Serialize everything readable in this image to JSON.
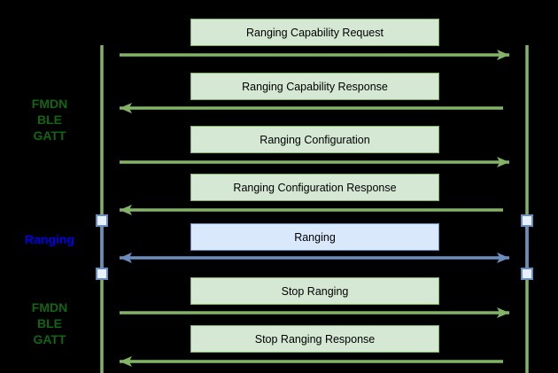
{
  "colors": {
    "background": "#000000",
    "green_fill": "#d5e8d4",
    "green_stroke": "#82b366",
    "blue_fill": "#dae8fc",
    "blue_stroke": "#6c8ebf",
    "activation_marker_fill": "#e8f0fc",
    "label_green": "#116611",
    "label_blue": "#0000ee",
    "box_text": "#000000"
  },
  "phases": [
    {
      "lines": [
        "FMDN",
        "BLE",
        "GATT"
      ],
      "theme": "green"
    },
    {
      "lines": [
        "Ranging"
      ],
      "theme": "blue"
    },
    {
      "lines": [
        "FMDN",
        "BLE",
        "GATT"
      ],
      "theme": "green"
    }
  ],
  "messages": [
    {
      "label": "Ranging Capability Request",
      "direction": "right",
      "theme": "green"
    },
    {
      "label": "Ranging Capability Response",
      "direction": "left",
      "theme": "green"
    },
    {
      "label": "Ranging Configuration",
      "direction": "right",
      "theme": "green"
    },
    {
      "label": "Ranging Configuration Response",
      "direction": "left",
      "theme": "green"
    },
    {
      "label": "Ranging",
      "direction": "both",
      "theme": "blue"
    },
    {
      "label": "Stop Ranging",
      "direction": "right",
      "theme": "green"
    },
    {
      "label": "Stop Ranging Response",
      "direction": "left",
      "theme": "green"
    }
  ]
}
